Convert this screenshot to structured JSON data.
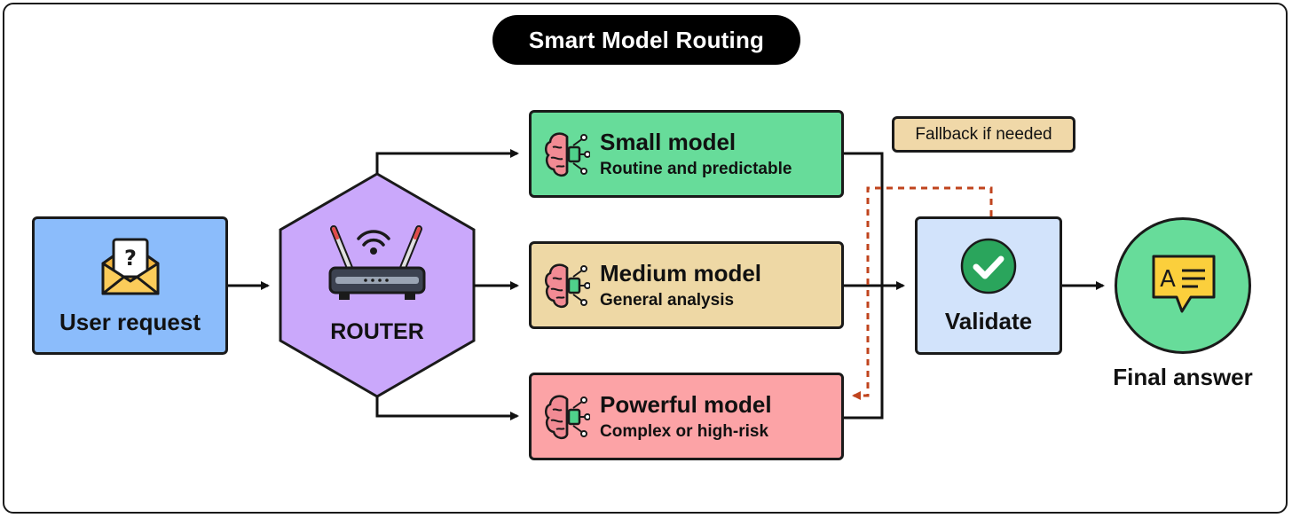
{
  "title": "Smart Model Routing",
  "user_request": {
    "label": "User request",
    "icon": "envelope-question-icon"
  },
  "router": {
    "label": "ROUTER",
    "icon": "wifi-router-icon"
  },
  "models": [
    {
      "name": "Small model",
      "description": "Routine and predictable",
      "color": "#67dc9a",
      "icon": "brain-chip-icon"
    },
    {
      "name": "Medium model",
      "description": "General analysis",
      "color": "#eed8a5",
      "icon": "brain-chip-icon"
    },
    {
      "name": "Powerful model",
      "description": "Complex or high-risk",
      "color": "#fca3a6",
      "icon": "brain-chip-icon"
    }
  ],
  "fallback": {
    "label": "Fallback if needed",
    "color": "#f0d8a8",
    "line_color": "#c0441e"
  },
  "validate": {
    "label": "Validate",
    "icon": "check-circle-icon",
    "color": "#d2e3fb"
  },
  "final_answer": {
    "label": "Final answer",
    "icon": "answer-speech-bubble-icon",
    "color": "#67dc9a"
  }
}
